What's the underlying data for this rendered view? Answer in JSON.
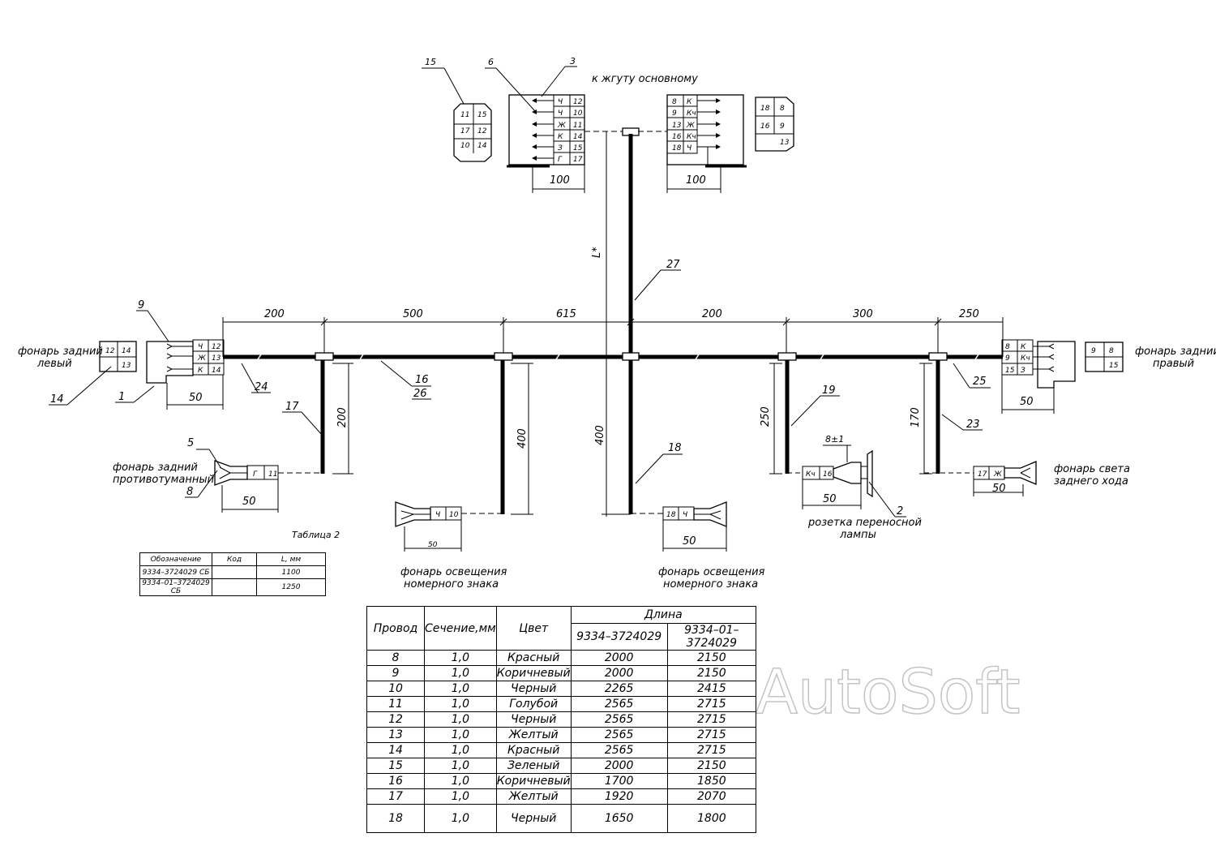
{
  "top": {
    "caption": "к жгуту основному",
    "left_connector": {
      "callouts": [
        "15",
        "6",
        "3"
      ],
      "pins": [
        [
          "Ч",
          "12"
        ],
        [
          "Ч",
          "10"
        ],
        [
          "Ж",
          "11"
        ],
        [
          "К",
          "14"
        ],
        [
          "З",
          "15"
        ],
        [
          "Г",
          "17"
        ]
      ],
      "grid": [
        [
          "11",
          "15"
        ],
        [
          "17",
          "12"
        ],
        [
          "10",
          "14"
        ]
      ],
      "dim": "100"
    },
    "right_connector": {
      "pins": [
        [
          "8",
          "К"
        ],
        [
          "9",
          "Кч"
        ],
        [
          "13",
          "Ж"
        ],
        [
          "16",
          "Кч"
        ],
        [
          "18",
          "Ч"
        ]
      ],
      "grid": [
        [
          "18",
          "8"
        ],
        [
          "16",
          "9"
        ],
        [
          "",
          "13"
        ]
      ],
      "dim": "100"
    }
  },
  "main_line": {
    "segments": [
      "200",
      "500",
      "615",
      "200",
      "300",
      "250"
    ],
    "vertical_label": "L*",
    "callouts": {
      "c27": "27",
      "c24": "24",
      "c16": "16",
      "c26": "26",
      "c25": "25",
      "c17": "17",
      "c18": "18",
      "c19": "19",
      "c23": "23"
    },
    "branch_dims": {
      "b17": "200",
      "b10": "400",
      "b18": "400",
      "b19": "250",
      "b23": "170"
    }
  },
  "left_lamp": {
    "label": [
      "фонарь задний",
      "левый"
    ],
    "callouts": {
      "c9": "9",
      "c14": "14",
      "c1": "1"
    },
    "pins": [
      [
        "Ч",
        "12"
      ],
      [
        "Ж",
        "13"
      ],
      [
        "К",
        "14"
      ]
    ],
    "grid": [
      [
        "12",
        "14"
      ],
      [
        "",
        "13"
      ]
    ],
    "dim": "50"
  },
  "right_lamp": {
    "label": [
      "фонарь задний",
      "правый"
    ],
    "callout": "25",
    "pins": [
      [
        "8",
        "К"
      ],
      [
        "9",
        "Кч"
      ],
      [
        "15",
        "З"
      ]
    ],
    "grid": [
      [
        "9",
        "8"
      ],
      [
        "",
        "15"
      ]
    ],
    "dim": "50"
  },
  "fog": {
    "label": [
      "фонарь задний",
      "противотуманный"
    ],
    "callouts": {
      "c5": "5",
      "c8": "8"
    },
    "pins": [
      "Г",
      "11"
    ],
    "dim": "50"
  },
  "plate_left": {
    "label": [
      "фонарь освещения",
      "номерного знака"
    ],
    "pins": [
      "Ч",
      "10"
    ],
    "dim": "50"
  },
  "plate_right": {
    "label": [
      "фонарь освещения",
      "номерного знака"
    ],
    "pins": [
      "18",
      "Ч"
    ],
    "dim": "50"
  },
  "socket": {
    "label": [
      "розетка переносной",
      "лампы"
    ],
    "callout": "2",
    "pins": [
      "Кч",
      "16"
    ],
    "dim": "50",
    "gap": "8±1"
  },
  "reverse": {
    "label": [
      "фонарь света",
      "заднего хода"
    ],
    "pins": [
      "17",
      "Ж"
    ],
    "dim": "50"
  },
  "table2": {
    "title": "Таблица 2",
    "headers": [
      "Обозначение",
      "Код",
      "L, мм"
    ],
    "rows": [
      [
        "9334–3724029 СБ",
        "",
        "1100"
      ],
      [
        "9334–01–3724029 СБ",
        "",
        "1250"
      ]
    ]
  },
  "wires": {
    "headers": {
      "wire": "Провод",
      "section": "Сечение,мм",
      "color": "Цвет",
      "length": "Длина",
      "v1": "9334–3724029",
      "v2": "9334–01–3724029"
    },
    "rows": [
      [
        "8",
        "1,0",
        "Красный",
        "2000",
        "2150"
      ],
      [
        "9",
        "1,0",
        "Коричневый",
        "2000",
        "2150"
      ],
      [
        "10",
        "1,0",
        "Черный",
        "2265",
        "2415"
      ],
      [
        "11",
        "1,0",
        "Голубой",
        "2565",
        "2715"
      ],
      [
        "12",
        "1,0",
        "Черный",
        "2565",
        "2715"
      ],
      [
        "13",
        "1,0",
        "Желтый",
        "2565",
        "2715"
      ],
      [
        "14",
        "1,0",
        "Красный",
        "2565",
        "2715"
      ],
      [
        "15",
        "1,0",
        "Зеленый",
        "2000",
        "2150"
      ],
      [
        "16",
        "1,0",
        "Коричневый",
        "1700",
        "1850"
      ],
      [
        "17",
        "1,0",
        "Желтый",
        "1920",
        "2070"
      ],
      [
        "18",
        "1,0",
        "Черный",
        "1650",
        "1800"
      ]
    ]
  },
  "watermark": "AutoSoft"
}
